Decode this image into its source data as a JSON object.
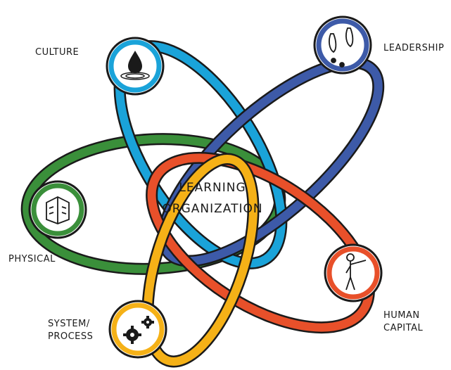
{
  "center": {
    "line1": "LEARNING",
    "line2": "ORGANIZATION"
  },
  "nodes": {
    "culture": {
      "label": "CULTURE",
      "icon": "water-drop-icon",
      "color": "#1aa3d9"
    },
    "leadership": {
      "label": "LEADERSHIP",
      "icon": "footprints-icon",
      "color": "#3d5aa8"
    },
    "physical": {
      "label": "PHYSICAL",
      "icon": "building-icon",
      "color": "#3a8f3a"
    },
    "human_capital": {
      "label_line1": "HUMAN",
      "label_line2": "CAPITAL",
      "icon": "person-pointing-icon",
      "color": "#e8502a"
    },
    "system_process": {
      "label_line1": "SYSTEM/",
      "label_line2": "PROCESS",
      "icon": "gears-icon",
      "color": "#f5b117"
    }
  }
}
